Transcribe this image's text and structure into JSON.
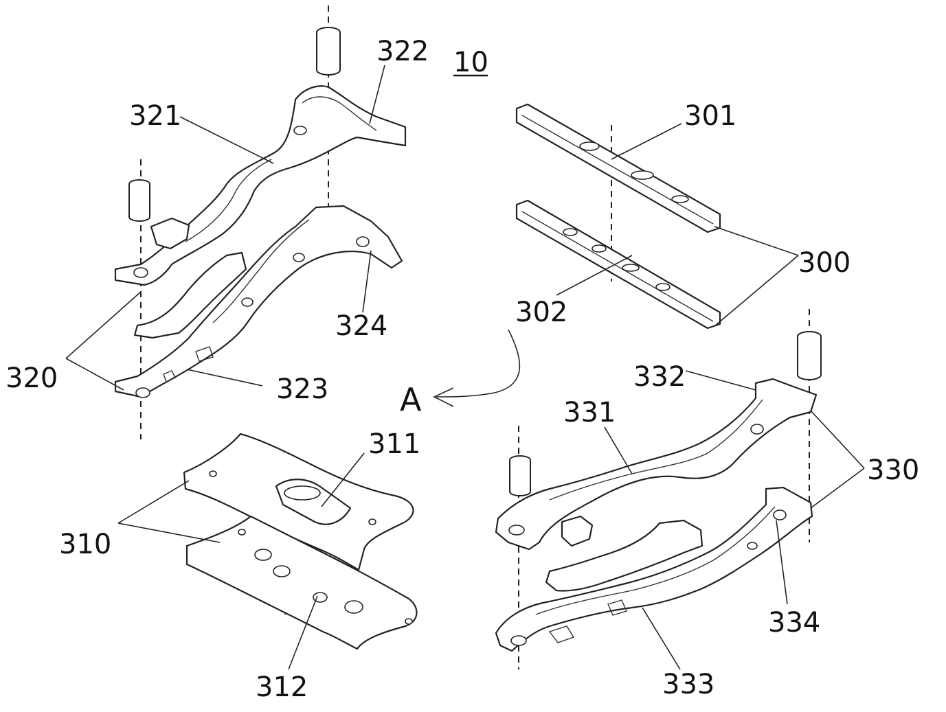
{
  "figure": {
    "reference": "10",
    "view_marker": "A",
    "labels": {
      "l300": "300",
      "l301": "301",
      "l302": "302",
      "l310": "310",
      "l311": "311",
      "l312": "312",
      "l320": "320",
      "l321": "321",
      "l322": "322",
      "l323": "323",
      "l324": "324",
      "l330": "330",
      "l331": "331",
      "l332": "332",
      "l333": "333",
      "l334": "334"
    }
  }
}
